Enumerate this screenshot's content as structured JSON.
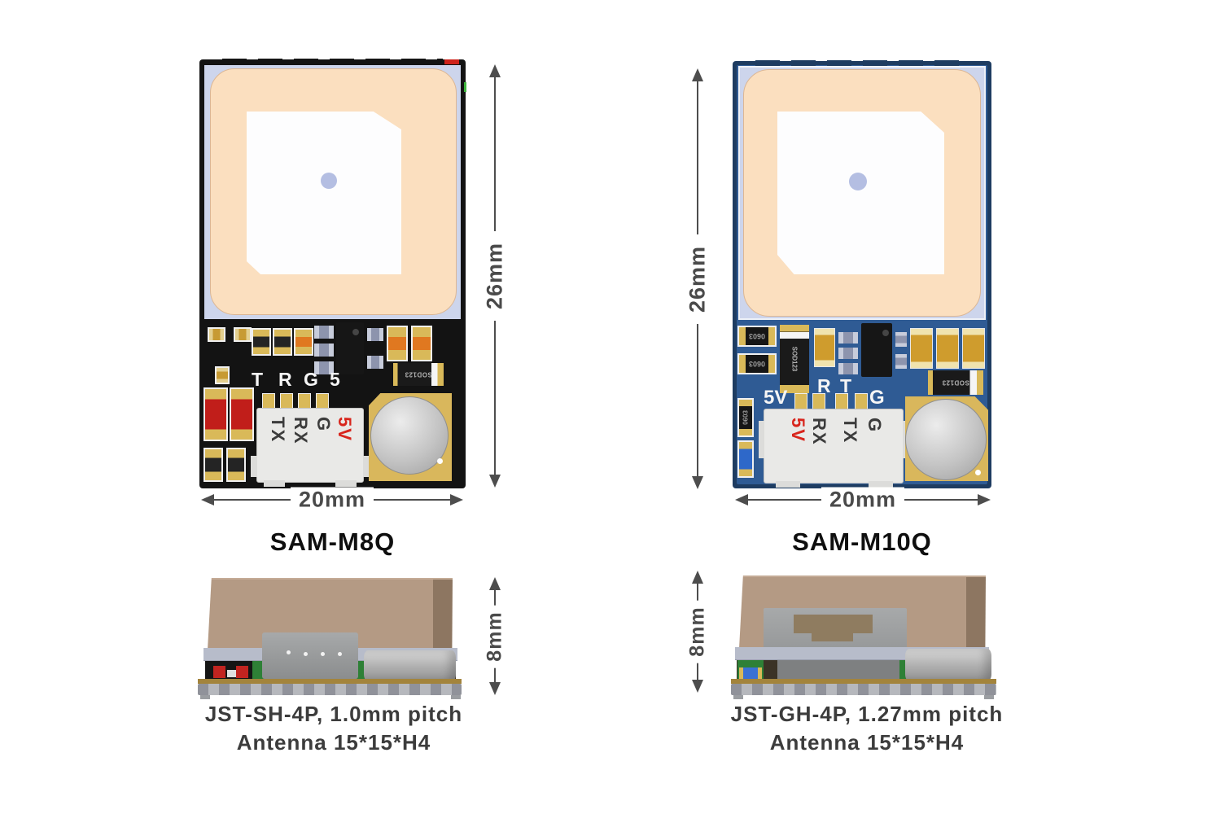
{
  "colors": {
    "background": "#ffffff",
    "pcb_left": "#131313",
    "pcb_right_field": "#2f5b94",
    "pcb_right_border": "#1e3c61",
    "antenna_ceramic": "#fbdfbf",
    "antenna_substrate": "#cdd5ec",
    "dimension_gray": "#4a4a4a",
    "accent_red": "#d8251c",
    "silkscreen_white": "#f5f5f5",
    "gold_pad": "#d9b959"
  },
  "left_module": {
    "name": "SAM-M8Q",
    "height_dim": "26mm",
    "width_dim": "20mm",
    "side_height_dim": "8mm",
    "silkscreen_pins": [
      "T",
      "R",
      "G",
      "5"
    ],
    "connector_labels": [
      "TX",
      "RX",
      "G",
      "5V"
    ],
    "diode_label": "SOD123",
    "caption_connector": "JST-SH-4P, 1.0mm pitch",
    "caption_antenna": "Antenna 15*15*H4"
  },
  "right_module": {
    "name": "SAM-M10Q",
    "height_dim": "26mm",
    "width_dim": "20mm",
    "side_height_dim": "8mm",
    "silkscreen_pins": [
      "5V",
      "R",
      "T",
      "G"
    ],
    "connector_labels": [
      "5V",
      "RX",
      "TX",
      "G"
    ],
    "diode_label_vertical": "SOD123",
    "diode_label_horizontal": "SOD123",
    "chip_labels": [
      "0603",
      "0603",
      "0603"
    ],
    "caption_connector": "JST-GH-4P, 1.27mm pitch",
    "caption_antenna": "Antenna 15*15*H4"
  }
}
